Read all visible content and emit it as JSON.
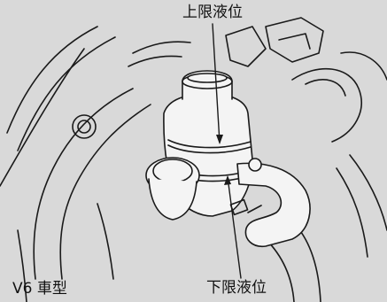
{
  "labels": {
    "upper_level": "上限液位",
    "lower_level": "下限液位",
    "model": "V6 車型"
  },
  "colors": {
    "background": "#d9d9d9",
    "line": "#1a1a1a",
    "part_fill": "#f4f4f4"
  }
}
